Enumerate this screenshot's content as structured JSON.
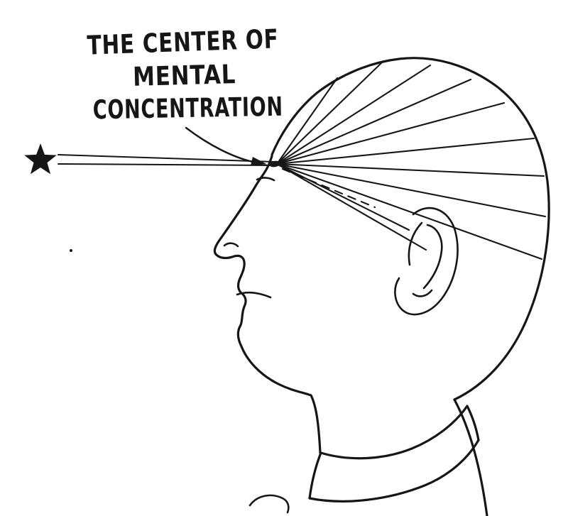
{
  "caption": {
    "line1": "THE CENTER OF",
    "line2": "MENTAL",
    "line3": "CONCENTRATION"
  },
  "icons": {
    "star": "star-icon",
    "arrow": "pointer-arrow-icon"
  },
  "colors": {
    "ink": "#161616",
    "paper": "#ffffff"
  }
}
